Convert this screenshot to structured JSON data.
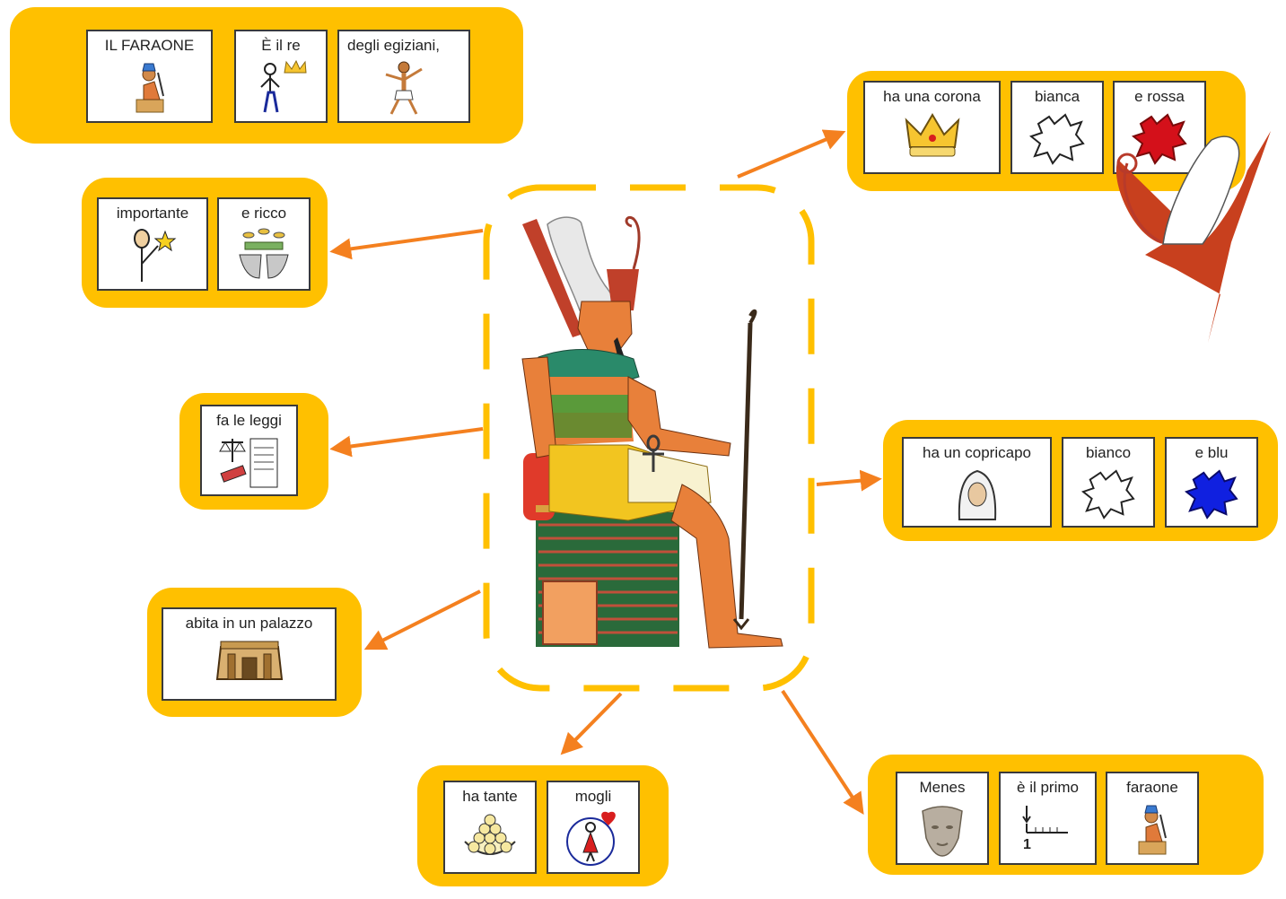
{
  "colors": {
    "panel": "#FFC000",
    "arrow": "#F4801F",
    "card_border": "#3a3a3a"
  },
  "central": {
    "image": "seated-pharaoh-icon"
  },
  "groups": {
    "title": {
      "cards": [
        {
          "label": "IL FARAONE",
          "icon": "pharaoh-icon"
        },
        {
          "label": "È il re",
          "icon": "king-icon"
        },
        {
          "label": "degli egiziani,",
          "icon": "egyptian-person-icon"
        }
      ]
    },
    "crown": {
      "cards": [
        {
          "label": "ha una corona",
          "icon": "crown-icon"
        },
        {
          "label": "bianca",
          "icon": "white-color-icon"
        },
        {
          "label": "e rossa",
          "icon": "red-color-icon"
        }
      ],
      "decoration": "red-white-crown-icon"
    },
    "rich": {
      "cards": [
        {
          "label": "importante",
          "icon": "important-person-icon"
        },
        {
          "label": "e ricco",
          "icon": "money-icon"
        }
      ]
    },
    "laws": {
      "cards": [
        {
          "label": "fa le leggi",
          "icon": "laws-icon"
        }
      ]
    },
    "headdress": {
      "cards": [
        {
          "label": "ha un copricapo",
          "icon": "headdress-icon"
        },
        {
          "label": "bianco",
          "icon": "white-color-icon"
        },
        {
          "label": "e blu",
          "icon": "blue-color-icon"
        }
      ]
    },
    "palace": {
      "cards": [
        {
          "label": "abita in un palazzo",
          "icon": "palace-icon"
        }
      ]
    },
    "wives": {
      "cards": [
        {
          "label": "ha tante",
          "icon": "many-icon"
        },
        {
          "label": "mogli",
          "icon": "wife-icon"
        }
      ]
    },
    "menes": {
      "cards": [
        {
          "label": "Menes",
          "icon": "menes-head-icon"
        },
        {
          "label": "è il primo",
          "icon": "first-icon"
        },
        {
          "label": "faraone",
          "icon": "pharaoh-icon"
        }
      ]
    }
  }
}
